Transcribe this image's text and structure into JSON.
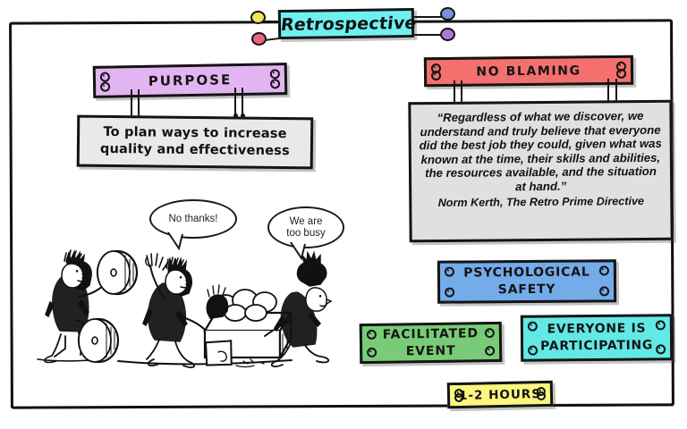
{
  "poster": {
    "title": "Retrospective",
    "title_card_color": "#6ff0f0"
  },
  "cards": {
    "purpose_header": {
      "label": "PURPOSE",
      "color": "#e3b4f2"
    },
    "purpose_body": {
      "line1": "To plan ways to increase",
      "line2": "quality and effectiveness",
      "color": "#e9e9e9"
    },
    "no_blaming": {
      "label": "NO BLAMING",
      "color": "#f4706e"
    },
    "quote": {
      "color": "#e0e0e0",
      "text": "“Regardless of what we discover, we understand and truly believe that everyone did the best job they could, given what was known at the time, their skills and abilities, the resources available, and the situation at hand.”",
      "attribution": "Norm Kerth, The Retro Prime Directive"
    },
    "psychological_safety": {
      "line1": "PSYCHOLOGICAL",
      "line2": "SAFETY",
      "color": "#74abe9"
    },
    "facilitated_event": {
      "line1": "FACILITATED",
      "line2": "EVENT",
      "color": "#79cc77"
    },
    "everyone_participating": {
      "line1": "EVERYONE IS",
      "line2": "PARTICIPATING",
      "color": "#62e9e6"
    },
    "duration": {
      "label": "1-2 HOURS",
      "color": "#fbf67f"
    }
  },
  "cartoon": {
    "bubble_left": "No thanks!",
    "bubble_right_line1": "We are",
    "bubble_right_line2": "too busy"
  },
  "pins": {
    "title_left_top_color": "#efe45c",
    "title_left_bottom_color": "#e8697f",
    "title_right_top_color": "#7b8ee0",
    "title_right_bottom_color": "#a97ad4"
  }
}
